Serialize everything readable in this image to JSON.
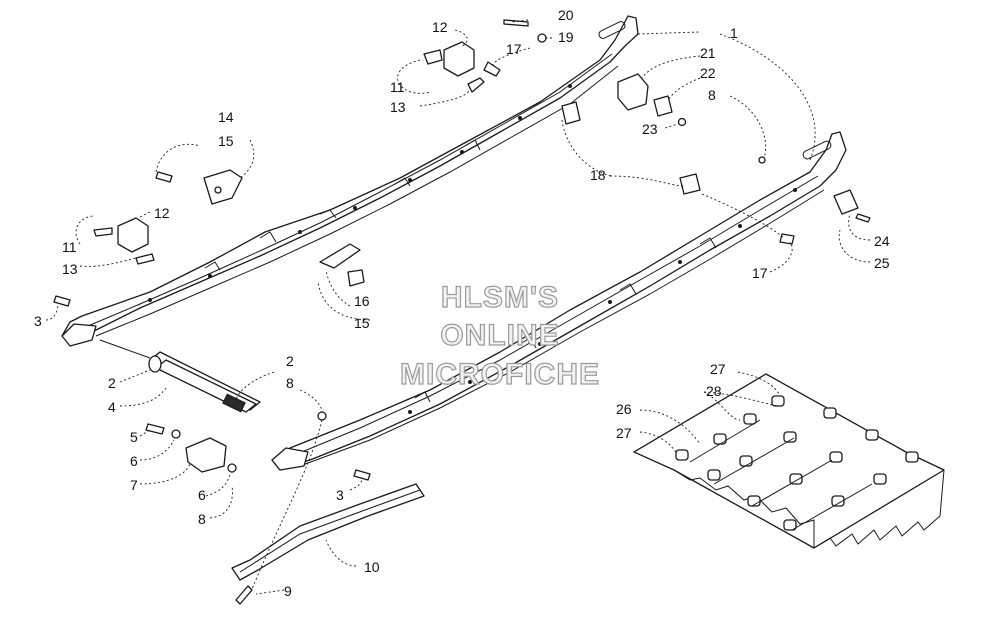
{
  "watermark": {
    "line1": "HLSM'S",
    "line2": "ONLINE",
    "line3": "MICROFICHE"
  },
  "callouts": {
    "c1": "1",
    "c2a": "2",
    "c2b": "2",
    "c3a": "3",
    "c3b": "3",
    "c4": "4",
    "c5": "5",
    "c6a": "6",
    "c6b": "6",
    "c7": "7",
    "c8a": "8",
    "c8b": "8",
    "c8c": "8",
    "c9": "9",
    "c10": "10",
    "c11a": "11",
    "c11b": "11",
    "c12a": "12",
    "c12b": "12",
    "c13a": "13",
    "c13b": "13",
    "c14": "14",
    "c15a": "15",
    "c15b": "15",
    "c16": "16",
    "c17a": "17",
    "c17b": "17",
    "c18": "18",
    "c19": "19",
    "c20": "20",
    "c21": "21",
    "c22": "22",
    "c23": "23",
    "c24": "24",
    "c25": "25",
    "c26": "26",
    "c27a": "27",
    "c27b": "27",
    "c28": "28"
  }
}
